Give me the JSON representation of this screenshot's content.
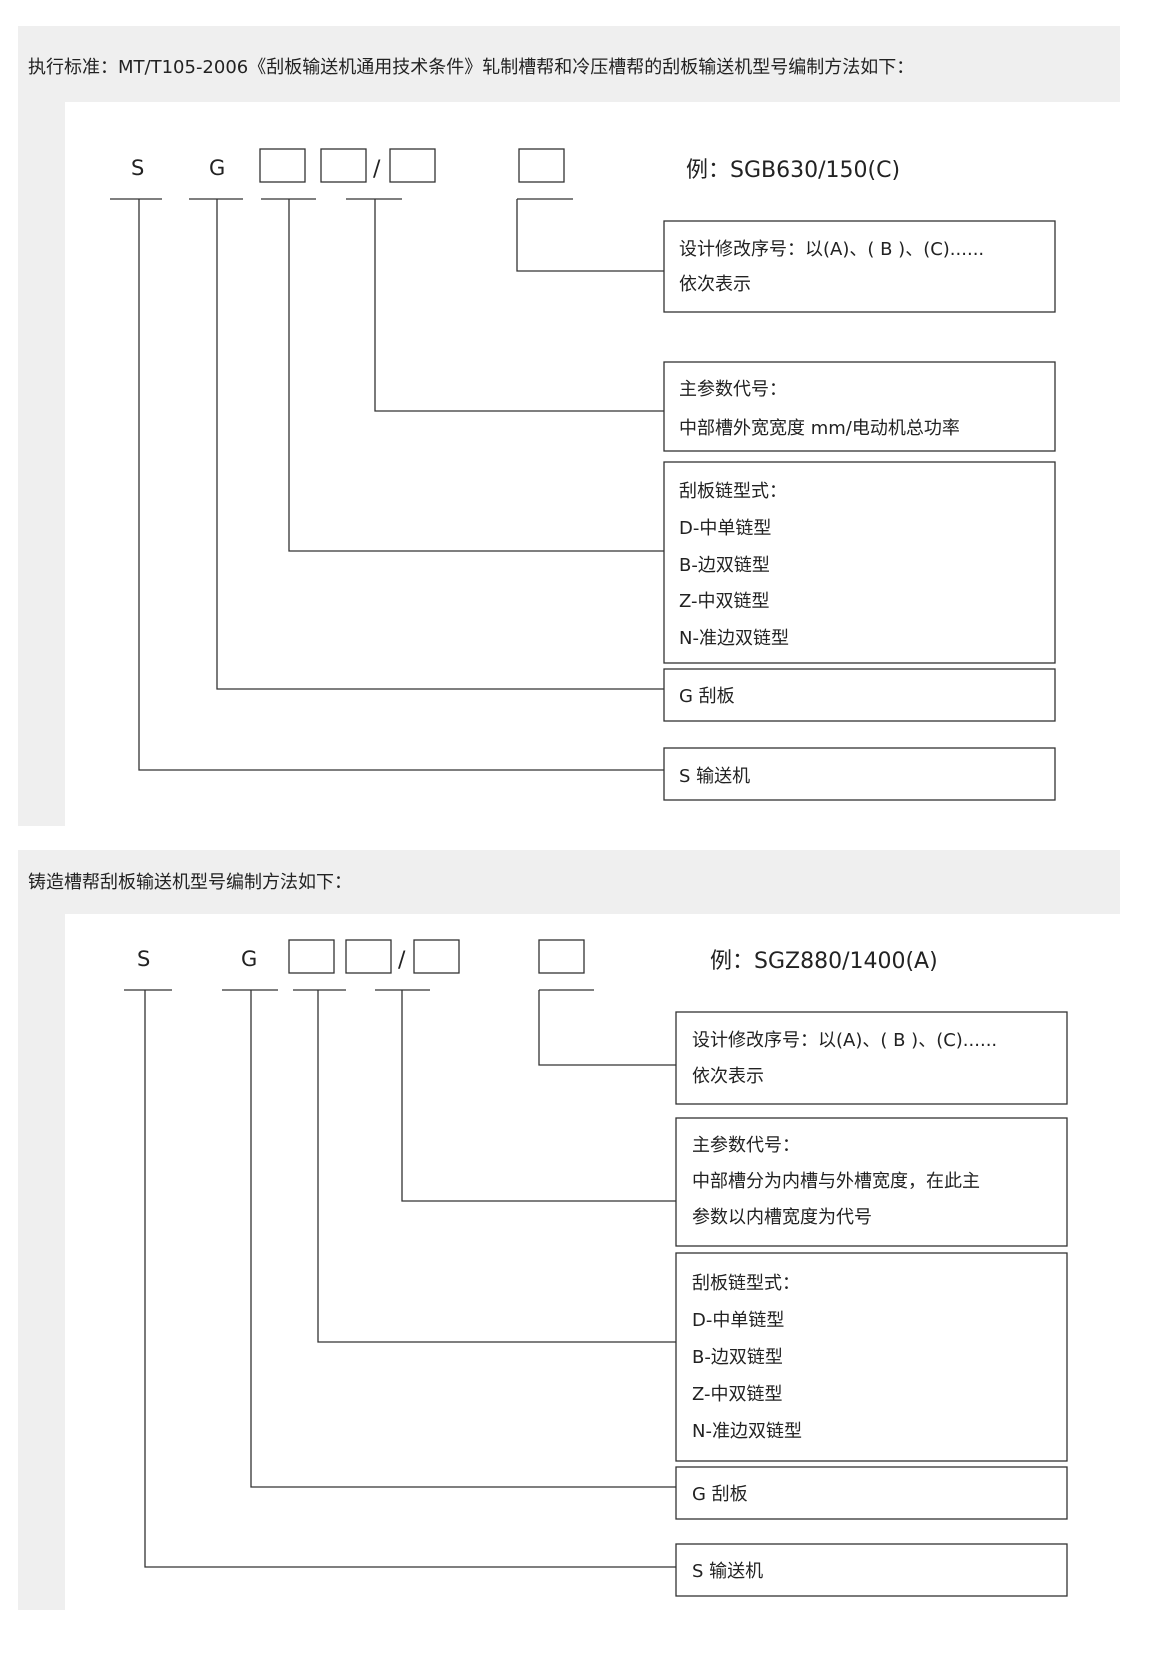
{
  "sections": [
    {
      "heading": "执行标准：MT/T105-2006《刮板输送机通用技术条件》轧制槽帮和冷压槽帮的刮板输送机型号编制方法如下：",
      "code": {
        "s": "S",
        "g": "G",
        "slash": "/"
      },
      "example": "例：SGB630/150(C)",
      "boxes": {
        "revision": [
          "设计修改序号：以(A)、( B )、(C)......",
          "依次表示"
        ],
        "param": [
          "主参数代号：",
          "中部槽外宽宽度  mm/电动机总功率"
        ],
        "chain": [
          "刮板链型式：",
          "D-中单链型",
          "B-边双链型",
          "Z-中双链型",
          "N-准边双链型"
        ],
        "scraper": [
          "G 刮板"
        ],
        "conveyor": [
          "S 输送机"
        ]
      }
    },
    {
      "heading": "铸造槽帮刮板输送机型号编制方法如下：",
      "code": {
        "s": "S",
        "g": "G",
        "slash": "/"
      },
      "example": "例：SGZ880/1400(A)",
      "boxes": {
        "revision": [
          "设计修改序号：以(A)、( B )、(C)......",
          "依次表示"
        ],
        "param": [
          "主参数代号：",
          "中部槽分为内槽与外槽宽度，在此主",
          "参数以内槽宽度为代号"
        ],
        "chain": [
          "刮板链型式：",
          "D-中单链型",
          "B-边双链型",
          "Z-中双链型",
          "N-准边双链型"
        ],
        "scraper": [
          "G 刮板"
        ],
        "conveyor": [
          "S 输送机"
        ]
      }
    }
  ]
}
